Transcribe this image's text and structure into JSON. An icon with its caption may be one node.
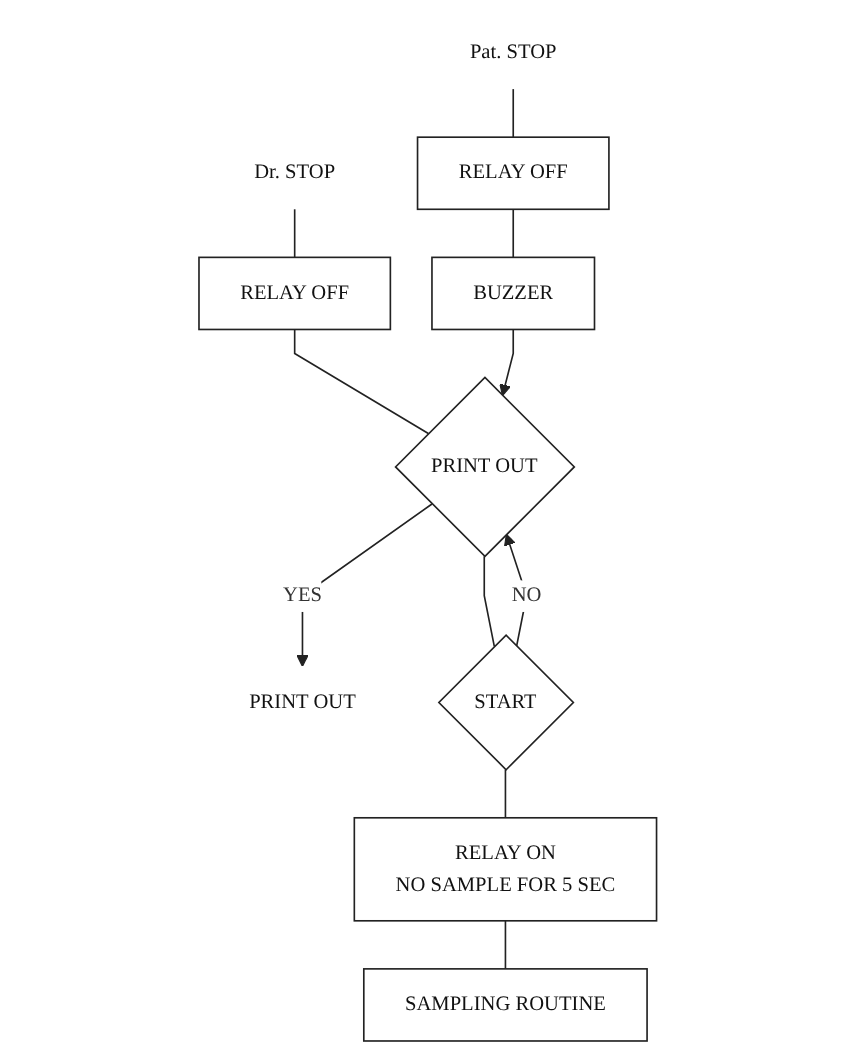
{
  "diagram": {
    "nodes": [
      {
        "text": [
          "Dr. STOP"
        ]
      },
      {
        "text": [
          "Pat. STOP"
        ]
      },
      {
        "text": [
          "RELAY OFF"
        ]
      },
      {
        "text": [
          "RELAY OFF"
        ]
      },
      {
        "text": [
          "BUZZER"
        ]
      },
      {
        "text": [
          "PRINT OUT"
        ]
      },
      {
        "text": [
          "PRINT OUT"
        ]
      },
      {
        "text": [
          "START"
        ]
      },
      {
        "text": [
          "RELAY ON",
          "NO SAMPLE FOR 5 SEC"
        ]
      },
      {
        "text": [
          "SAMPLING ROUTINE"
        ]
      }
    ],
    "edges": [
      {
        "from": 0,
        "to": 2,
        "arrow": "none"
      },
      {
        "from": 1,
        "to": 3,
        "arrow": "none"
      },
      {
        "from": 3,
        "to": 4,
        "arrow": "none"
      },
      {
        "from": 2,
        "to": 5,
        "arrow": "none"
      },
      {
        "from": 4,
        "to": 5,
        "arrow": "to"
      },
      {
        "from": 7,
        "to": 5,
        "arrow": "to",
        "label": "NO"
      },
      {
        "from": 5,
        "to": 6,
        "arrow": "to",
        "label": "YES"
      },
      {
        "from": 5,
        "to": 7,
        "arrow": "none"
      },
      {
        "from": 7,
        "to": 8,
        "arrow": "none"
      },
      {
        "from": 8,
        "to": 9,
        "arrow": "none"
      }
    ]
  }
}
